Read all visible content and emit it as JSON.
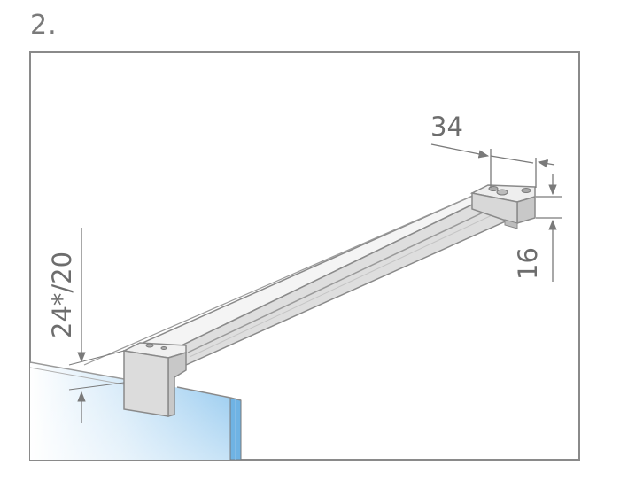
{
  "step": {
    "number": "2."
  },
  "dimensions": {
    "width_label": "34",
    "height_label": "16",
    "wall_bracket_label": "24*/20"
  },
  "colors": {
    "frame": "#8a8a8a",
    "line": "#7a7a7a",
    "text": "#6d6d6d",
    "metal_light": "#f2f2f2",
    "metal_mid": "#dcdcdc",
    "metal_dark": "#bdbdbd",
    "glass": "#8ec6ee"
  }
}
